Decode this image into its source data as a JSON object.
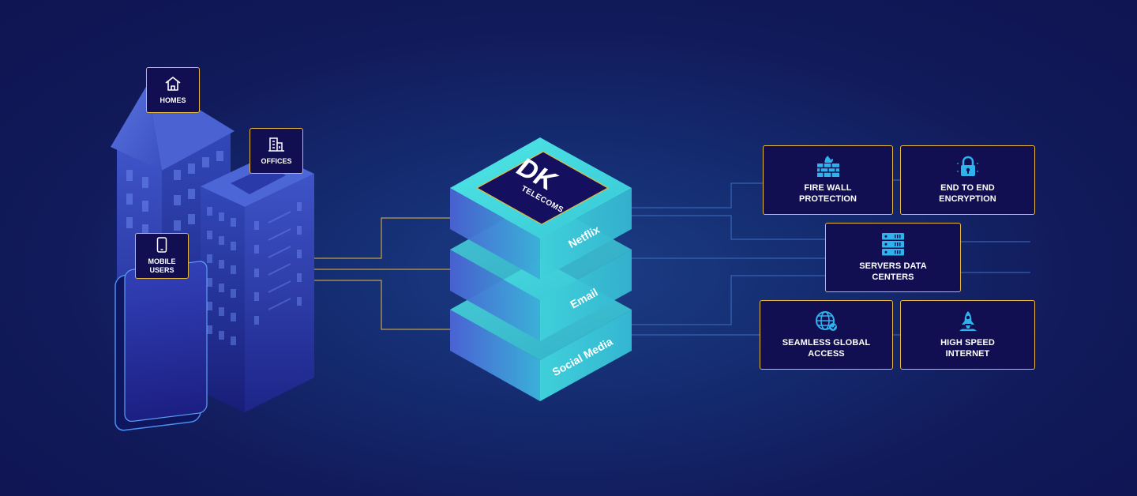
{
  "sources": {
    "homes": "HOMES",
    "offices": "OFFICES",
    "mobile_users": "MOBILE\nUSERS"
  },
  "hub": {
    "logo_main": "DK",
    "logo_sub": "TELECOMS",
    "layers": [
      "Netflix",
      "Email",
      "Social Media"
    ]
  },
  "features": {
    "firewall": "FIRE WALL\nPROTECTION",
    "encryption": "END TO END\nENCRYPTION",
    "servers": "SERVERS DATA\nCENTERS",
    "global_access": "SEAMLESS GLOBAL\nACCESS",
    "high_speed": "HIGH SPEED\nINTERNET"
  },
  "icons": {
    "homes": "house-icon",
    "offices": "office-building-icon",
    "mobile_users": "smartphone-icon",
    "firewall": "brick-wall-fire-icon",
    "encryption": "padlock-icon",
    "servers": "server-rack-icon",
    "global_access": "globe-icon",
    "high_speed": "rocket-icon"
  },
  "colors": {
    "background": "#121a5c",
    "card_fill": "#110f52",
    "card_border": "#e9b93a",
    "connector_gold": "#e9b93a",
    "connector_blue": "#3d6fc0",
    "hub_teal": "#3fd7dc",
    "icon_blue": "#2fb3ec"
  }
}
